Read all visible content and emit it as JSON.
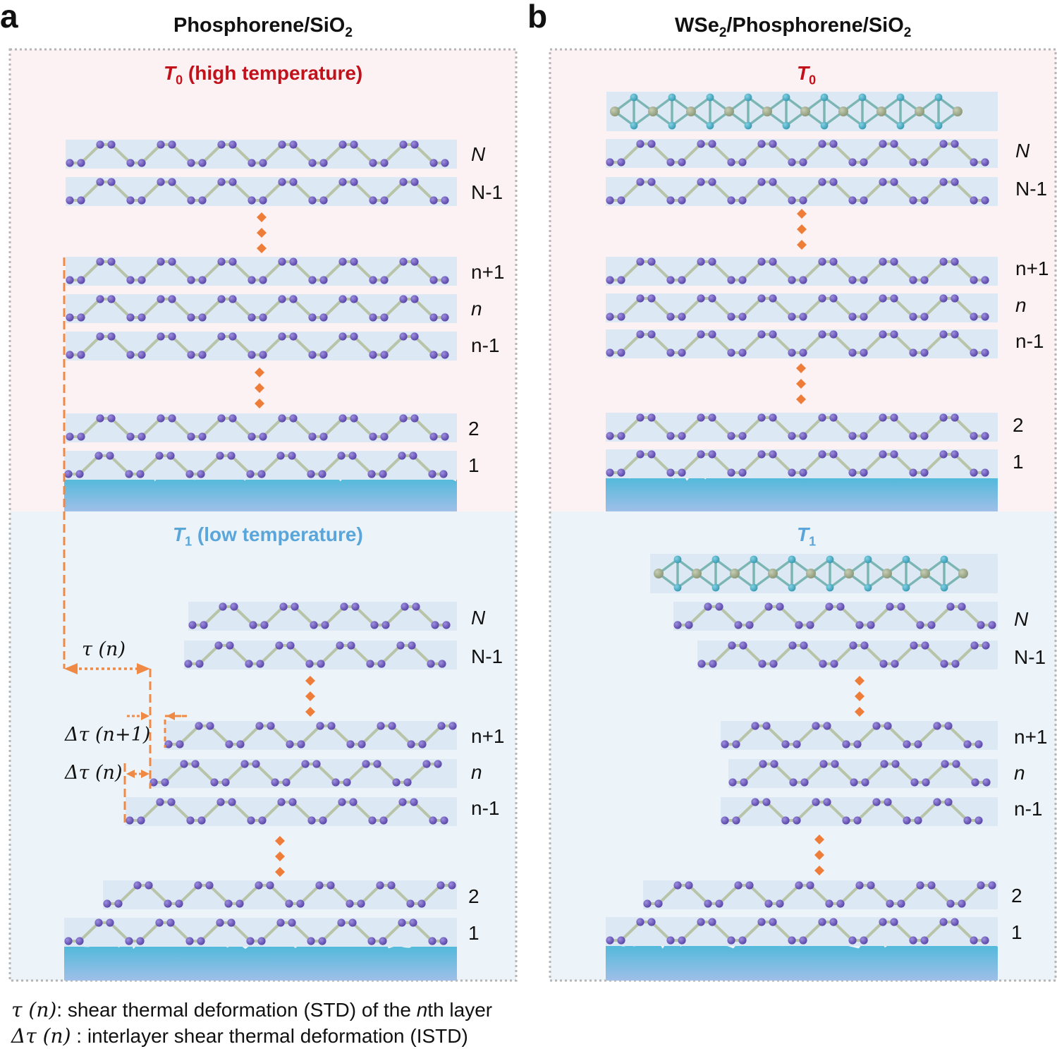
{
  "panel_a": {
    "letter": "a",
    "title_main": "Phosphorene/SiO",
    "title_sub": "2",
    "hot_label_sym": "T",
    "hot_label_sub": "0",
    "hot_label_rest": " (high temperature)",
    "cold_label_sym": "T",
    "cold_label_sub": "1",
    "cold_label_rest": " (low temperature)",
    "hot_layer_labels": [
      "N",
      "N-1",
      "n+1",
      "n",
      "n-1",
      "2",
      "1"
    ],
    "cold_layer_labels": [
      "N",
      "N-1",
      "n+1",
      "n",
      "n-1",
      "2",
      "1"
    ],
    "annotations": {
      "tau_n": "τ (n)",
      "delta_tau_n1": "Δτ (n+1)",
      "delta_tau_n": "Δτ (n)"
    }
  },
  "panel_b": {
    "letter": "b",
    "title_wse": "WSe",
    "title_sub1": "2",
    "title_mid": "/Phosphorene/SiO",
    "title_sub2": "2",
    "hot_label_sym": "T",
    "hot_label_sub": "0",
    "cold_label_sym": "T",
    "cold_label_sub": "1",
    "hot_layer_labels": [
      "N",
      "N-1",
      "n+1",
      "n",
      "n-1",
      "2",
      "1"
    ],
    "cold_layer_labels": [
      "N",
      "N-1",
      "n+1",
      "n",
      "n-1",
      "2",
      "1"
    ]
  },
  "legend": {
    "line1_sym": "τ (n)",
    "line1_text": ": shear thermal deformation (STD) of the ",
    "line1_n": "n",
    "line1_end": "th layer",
    "line2_sym": "Δτ (n)",
    "line2_text": " : interlayer shear thermal deformation (ISTD)"
  },
  "colors": {
    "hot_bg": "#fcf2f3",
    "cold_bg": "#edf4f9",
    "layer_band": "#dde8f5",
    "phosphorus_atom": "#5b47a9",
    "bond": "#b8c4a8",
    "substrate": "#5bbbd9",
    "dashed_arrow": "#ef8a46",
    "diamond": "#ef7d3a",
    "tungsten_atom": "#8e9a7a",
    "selenium_atom": "#3a9db4"
  }
}
